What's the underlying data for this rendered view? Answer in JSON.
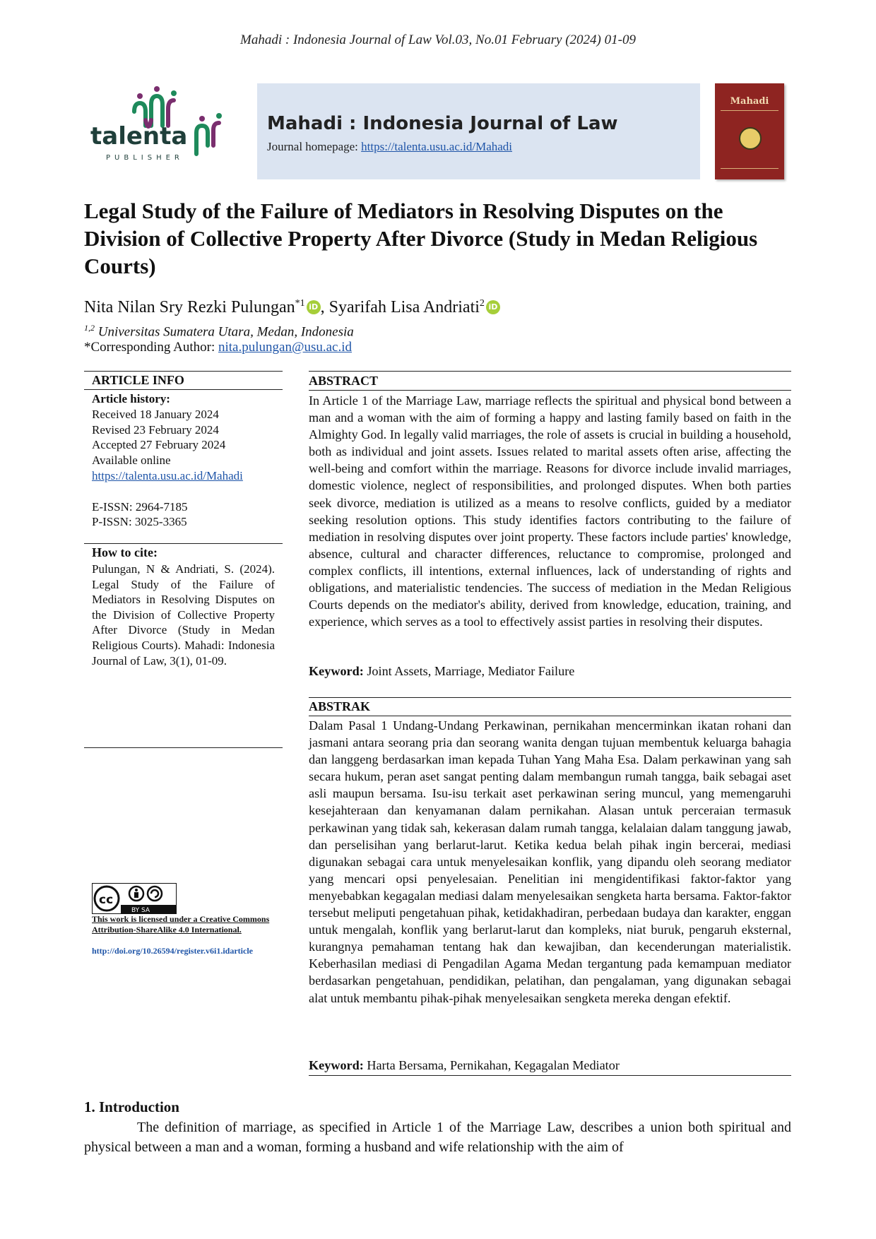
{
  "running_head": "Mahadi : Indonesia Journal of Law Vol.03, No.01 February (2024) 01-09",
  "publisher": {
    "logo_text": "talenta",
    "logo_subtext": "PUBLISHER"
  },
  "journal": {
    "name": "Mahadi : Indonesia Journal of Law",
    "homepage_label": "Journal homepage: ",
    "homepage_url": "https://talenta.usu.ac.id/Mahadi",
    "cover_title": "Mahadi"
  },
  "title": "Legal Study of the Failure of Mediators in Resolving Disputes on the Division of Collective Property After Divorce (Study in Medan Religious Courts)",
  "authors": [
    {
      "name": "Nita Nilan Sry Rezki Pulungan",
      "sup": "*1"
    },
    {
      "name": "Syarifah Lisa Andriati",
      "sup": "2"
    }
  ],
  "author_separator": ", ",
  "orcid_label": "iD",
  "affiliation": {
    "sup": "1,2",
    "text": "Universitas Sumatera Utara, Medan, Indonesia"
  },
  "corresponding": {
    "label": "*Corresponding Author: ",
    "email": "nita.pulungan@usu.ac.id"
  },
  "article_info": {
    "heading": "ARTICLE   INFO",
    "history_label": "Article history:",
    "received": "Received 18 January 2024",
    "revised": "Revised 23 February 2024",
    "accepted": "Accepted 27 February 2024",
    "available": "Available online",
    "url": "https://talenta.usu.ac.id/Mahadi",
    "eissn": "E-ISSN: 2964-7185",
    "pissn": "P-ISSN: 3025-3365"
  },
  "how_to_cite": {
    "heading": "How to cite:",
    "text": "Pulungan, N & Andriati, S. (2024). Legal Study of the Failure of Mediators in Resolving Disputes on the Division of Collective Property After Divorce (Study in Medan Religious Courts). Mahadi: Indonesia Journal of Law, 3(1), 01-09."
  },
  "license": {
    "cc_label": "cc",
    "badge_labels": "BY   SA",
    "text": "This work is licensed under a Creative Commons Attribution-ShareAlike 4.0 International.",
    "doi": "http://doi.org/10.26594/register.v6i1.idarticle"
  },
  "abstract": {
    "heading": "ABSTRACT",
    "text": "In Article 1 of the Marriage Law, marriage reflects the spiritual and physical bond between a man and a woman with the aim of forming a happy and lasting family based on faith in the Almighty God. In legally valid marriages, the role of assets is crucial in building a household, both as individual and joint assets. Issues related to marital assets often arise, affecting the well-being and comfort within the marriage. Reasons for divorce include invalid marriages, domestic violence, neglect of responsibilities, and prolonged disputes. When both parties seek divorce, mediation is utilized as a means to resolve conflicts, guided by a mediator seeking resolution options. This study identifies factors contributing to the failure of mediation in resolving disputes over joint property. These factors include parties' knowledge, absence, cultural and character differences, reluctance to compromise, prolonged and complex conflicts, ill intentions, external influences, lack of understanding of rights and obligations, and materialistic tendencies. The success of mediation in the Medan Religious Courts depends on the mediator's ability, derived from knowledge, education, training, and experience, which serves as a tool to effectively assist parties in resolving their disputes.",
    "keyword_label": "Keyword:",
    "keywords": " Joint Assets, Marriage, Mediator Failure"
  },
  "abstrak": {
    "heading": "ABSTRAK",
    "text": "Dalam Pasal 1 Undang-Undang Perkawinan, pernikahan mencerminkan ikatan rohani dan jasmani antara seorang pria dan seorang wanita dengan tujuan membentuk keluarga bahagia dan langgeng berdasarkan iman kepada Tuhan Yang Maha Esa. Dalam perkawinan yang sah secara hukum, peran aset sangat penting dalam membangun rumah tangga, baik sebagai aset asli maupun bersama. Isu-isu terkait aset perkawinan sering muncul, yang memengaruhi kesejahteraan dan kenyamanan dalam pernikahan. Alasan untuk perceraian termasuk perkawinan yang tidak sah, kekerasan dalam rumah tangga, kelalaian dalam tanggung jawab, dan perselisihan yang berlarut-larut. Ketika kedua belah pihak ingin bercerai, mediasi digunakan sebagai cara untuk menyelesaikan konflik, yang dipandu oleh seorang mediator yang mencari opsi penyelesaian. Penelitian ini mengidentifikasi faktor-faktor yang menyebabkan kegagalan mediasi dalam menyelesaikan sengketa harta bersama. Faktor-faktor tersebut meliputi pengetahuan pihak, ketidakhadiran, perbedaan budaya dan karakter, enggan untuk mengalah, konflik yang berlarut-larut dan kompleks, niat buruk, pengaruh eksternal, kurangnya pemahaman tentang hak dan kewajiban, dan kecenderungan materialistik. Keberhasilan mediasi di Pengadilan Agama Medan tergantung pada kemampuan mediator berdasarkan pengetahuan, pendidikan, pelatihan, dan pengalaman, yang digunakan sebagai alat untuk membantu pihak-pihak menyelesaikan sengketa mereka dengan efektif.",
    "keyword_label": "Keyword:",
    "keywords": " Harta Bersama, Pernikahan, Kegagalan Mediator"
  },
  "introduction": {
    "heading": "1.   Introduction",
    "text": "The definition of marriage, as specified in Article 1 of the Marriage Law, describes a union both spiritual and physical between a man and a woman, forming a husband and wife relationship with the aim of"
  },
  "colors": {
    "banner_bg": "#dbe4f1",
    "link": "#1f55a8",
    "logo_green": "#1e8a5b",
    "logo_purple": "#7a2e6e",
    "cover_red": "#8e2421"
  }
}
